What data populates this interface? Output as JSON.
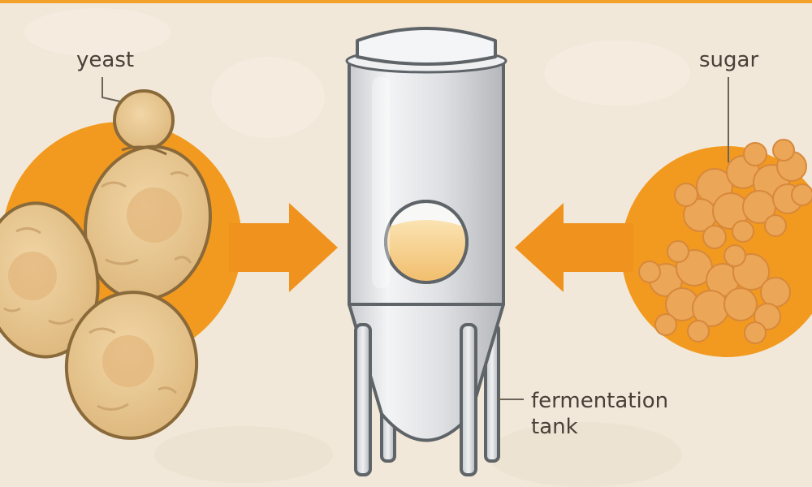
{
  "labels": {
    "yeast": "yeast",
    "sugar": "sugar",
    "tank_line1": "fermentation",
    "tank_line2": "tank"
  },
  "colors": {
    "background": "#f2e8d9",
    "top_band": "#f3a12a",
    "orange_disc": "#f29a1f",
    "arrow": "#f0921e",
    "yeast_cell_fill": "#e8c690",
    "yeast_cell_outline": "#8a6a3a",
    "sugar_fill": "#eba657",
    "tank_body": "#dcdde0",
    "tank_outline": "#5f6468",
    "liquid": "#f4c77e",
    "label_text": "#4a4038"
  },
  "icons": {
    "yeast": "yeast-cells-icon",
    "sugar": "sugar-molecules-icon",
    "tank": "fermentation-tank-icon",
    "arrow_left_to_tank": "arrow-right-icon",
    "arrow_right_to_tank": "arrow-left-icon"
  }
}
